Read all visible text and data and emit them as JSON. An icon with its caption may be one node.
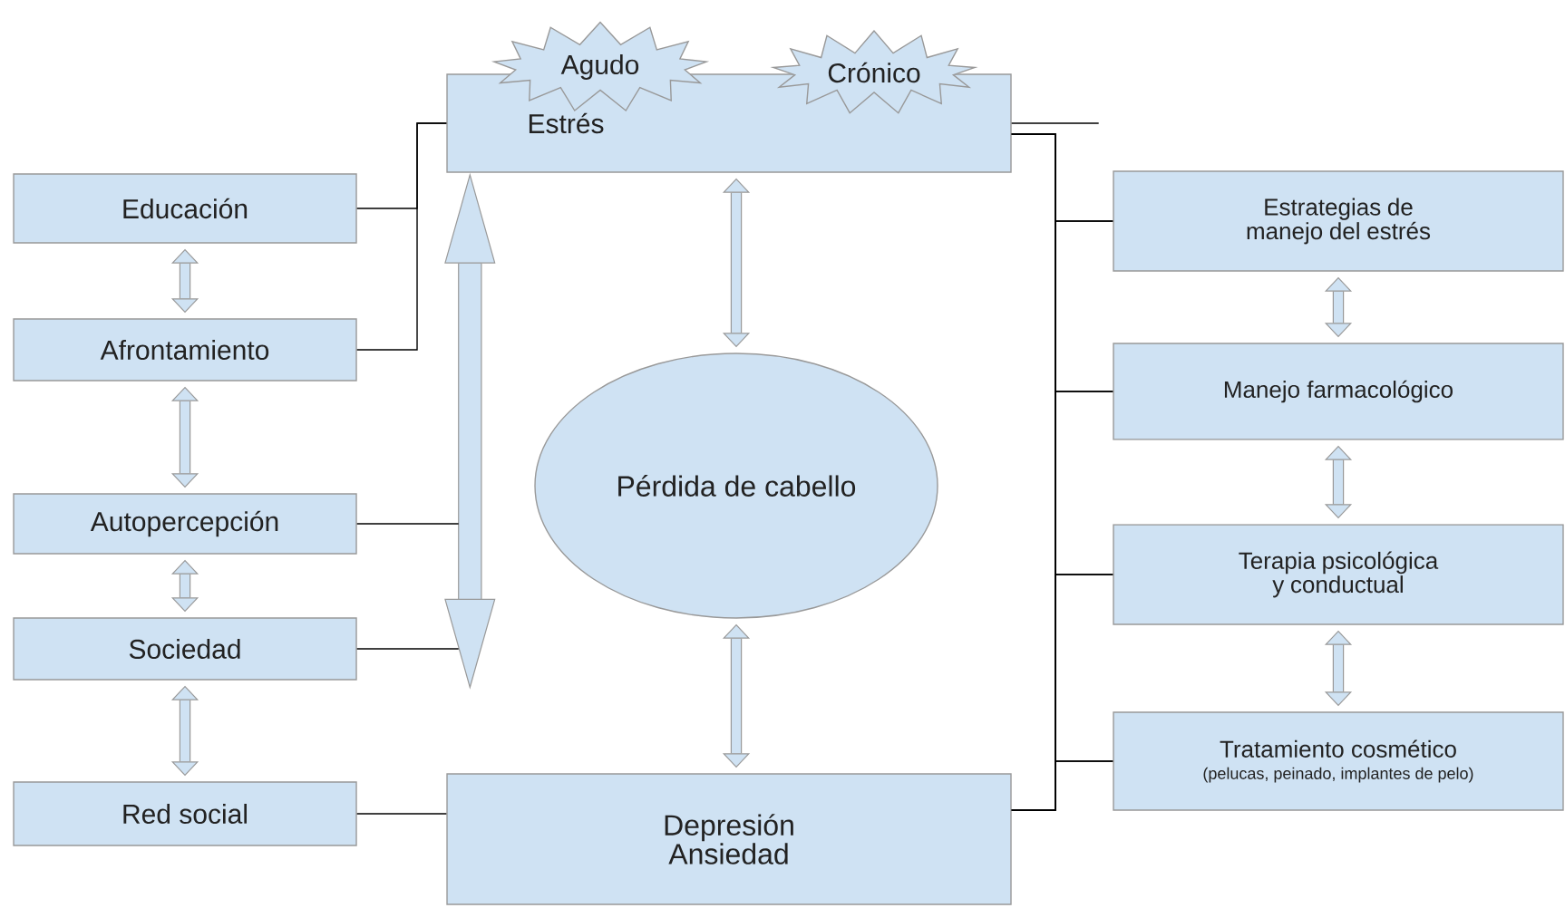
{
  "diagram": {
    "nodes": [
      {
        "text": [
          "Estrés"
        ]
      },
      {
        "text": [
          "Agudo"
        ]
      },
      {
        "text": [
          "Crónico"
        ]
      },
      {
        "text": [
          "Educación"
        ]
      },
      {
        "text": [
          "Afrontamiento"
        ]
      },
      {
        "text": [
          "Autopercepción"
        ]
      },
      {
        "text": [
          "Sociedad"
        ]
      },
      {
        "text": [
          "Red social"
        ]
      },
      {
        "text": [
          "Pérdida de cabello"
        ]
      },
      {
        "text": [
          "Depresión Ansiedad"
        ]
      },
      {
        "text": [
          "Estrategias de manejo del estrés"
        ]
      },
      {
        "text": [
          "Manejo farmacológico"
        ]
      },
      {
        "text": [
          "Terapia psicológica y conductual"
        ]
      },
      {
        "text": [
          "Tratamiento cosmético",
          "(pelucas, peinado, implantes de pelo)"
        ]
      }
    ],
    "edges": [
      {
        "from": 3,
        "to": 4,
        "arrow": "both",
        "style": "thick",
        "color": "#999999"
      },
      {
        "from": 4,
        "to": 5,
        "arrow": "both",
        "style": "thick",
        "color": "#999999"
      },
      {
        "from": 5,
        "to": 6,
        "arrow": "both",
        "style": "thick",
        "color": "#999999"
      },
      {
        "from": 6,
        "to": 7,
        "arrow": "both",
        "style": "thick",
        "color": "#999999"
      },
      {
        "from": 0,
        "to": 8,
        "arrow": "both",
        "style": "thick",
        "color": "#999999"
      },
      {
        "from": 8,
        "to": 9,
        "arrow": "both",
        "style": "thick",
        "color": "#999999"
      },
      {
        "from": 10,
        "to": 11,
        "arrow": "both",
        "style": "thick",
        "color": "#999999"
      },
      {
        "from": 11,
        "to": 12,
        "arrow": "both",
        "style": "thick",
        "color": "#999999"
      },
      {
        "from": 12,
        "to": 13,
        "arrow": "both",
        "style": "thick",
        "color": "#999999"
      },
      {
        "from": 0,
        "to": null,
        "arrow": "both",
        "style": "thick",
        "color": "#999999"
      },
      {
        "from": 3,
        "to": 0,
        "arrow": "none"
      },
      {
        "from": 4,
        "to": 0,
        "arrow": "none"
      },
      {
        "from": 5,
        "to": null,
        "arrow": "none"
      },
      {
        "from": 6,
        "to": null,
        "arrow": "none"
      },
      {
        "from": 7,
        "to": 9,
        "arrow": "none"
      },
      {
        "from": 0,
        "to": null,
        "arrow": "none"
      },
      {
        "from": 0,
        "to": 10,
        "arrow": "none"
      },
      {
        "from": 0,
        "to": 11,
        "arrow": "none"
      },
      {
        "from": 0,
        "to": 12,
        "arrow": "none"
      },
      {
        "from": 0,
        "to": 13,
        "arrow": "none"
      },
      {
        "from": 9,
        "to": 10,
        "arrow": "none"
      },
      {
        "from": 9,
        "to": 11,
        "arrow": "none"
      },
      {
        "from": 9,
        "to": 12,
        "arrow": "none"
      },
      {
        "from": 9,
        "to": 13,
        "arrow": "none"
      }
    ]
  }
}
